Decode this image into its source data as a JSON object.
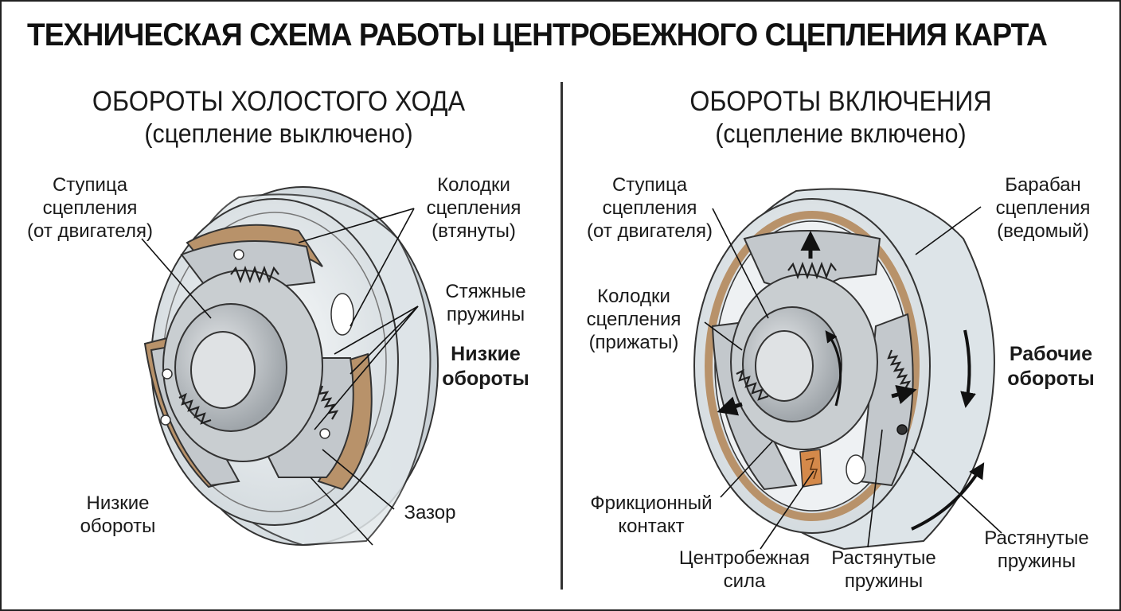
{
  "title": "ТЕХНИЧЕСКАЯ СХЕМА РАБОТЫ ЦЕНТРОБЕЖНОГО СЦЕПЛЕНИЯ КАРТА",
  "colors": {
    "shoe": "#b8926a",
    "drum": "#e6ebee",
    "hub": "#cfd3d6",
    "metal": "#bfc4c8",
    "contact": "#d4894a"
  },
  "panels": [
    {
      "id": "idle",
      "title": "ОБОРОТЫ ХОЛОСТОГО ХОДА",
      "subtitle": "(сцепление выключено)",
      "labels": {
        "hub": [
          "Ступица",
          "сцепления",
          "(от двигателя)"
        ],
        "shoes": [
          "Колодки",
          "сцепления",
          "(втянуты)"
        ],
        "springs": [
          "Стяжные",
          "пружины"
        ],
        "speed_bold": [
          "Низкие",
          "обороты"
        ],
        "speed": [
          "Низкие",
          "обороты"
        ],
        "gap": [
          "Зазор"
        ]
      }
    },
    {
      "id": "engaged",
      "title": "ОБОРОТЫ ВКЛЮЧЕНИЯ",
      "subtitle": "(сцепление включено)",
      "labels": {
        "hub": [
          "Ступица",
          "сцепления",
          "(от двигателя)"
        ],
        "drum": [
          "Барабан",
          "сцепления",
          "(ведомый)"
        ],
        "shoes": [
          "Колодки",
          "сцепления",
          "(прижаты)"
        ],
        "speed_bold": [
          "Рабочие",
          "обороты"
        ],
        "friction": [
          "Фрикционный",
          "контакт"
        ],
        "force": [
          "Центробежная",
          "сила"
        ],
        "springs_a": [
          "Растянутые",
          "пружины"
        ],
        "springs_b": [
          "Растянутые",
          "пружины"
        ]
      }
    }
  ]
}
